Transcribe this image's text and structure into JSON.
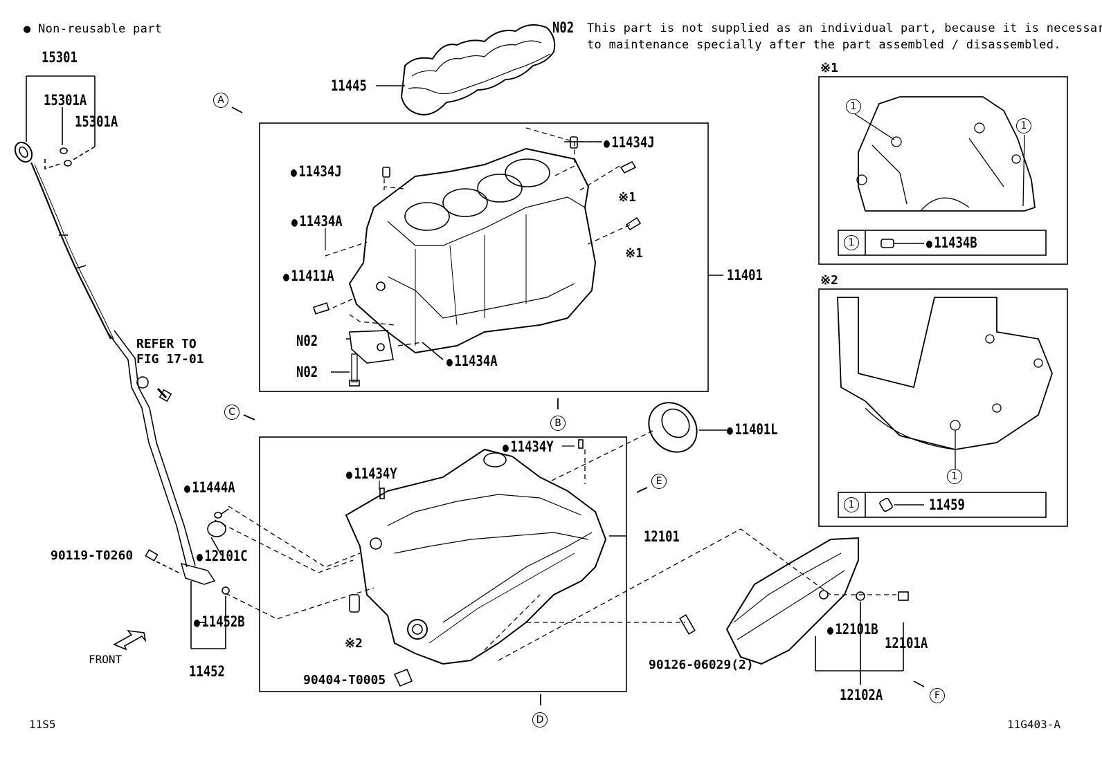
{
  "legend": {
    "symbol": "●",
    "text": "Non-reusable part"
  },
  "note": {
    "code": "N02",
    "line1": "This part is not supplied as an individual part, because it is necessary",
    "line2": "to maintenance specially after the part assembled / disassembled."
  },
  "views": {
    "a": "A",
    "b": "B",
    "c": "C",
    "d": "D",
    "e": "E",
    "f": "F"
  },
  "parts": {
    "p15301": "15301",
    "p15301A_1": "15301A",
    "p15301A_2": "15301A",
    "p11445": "11445",
    "p11434J_top": "11434J",
    "p11434J_left": "11434J",
    "p11434A_top": "11434A",
    "p11411A": "11411A",
    "p11434A_bottom": "11434A",
    "n02_cap": "N02",
    "n02_bolt": "N02",
    "p11401": "11401",
    "ref1": "※1",
    "ref1b": "※1",
    "refer_to_1": "REFER TO",
    "refer_to_2": "FIG 17-01",
    "p11434Y_top": "11434Y",
    "p11434Y_left": "11434Y",
    "p11401L": "11401L",
    "p11444A": "11444A",
    "p12101C": "12101C",
    "p90119": "90119-T0260",
    "p11452B": "11452B",
    "p11452": "11452",
    "ref2": "※2",
    "p90404": "90404-T0005",
    "p90126": "90126-06029(2)",
    "p12101": "12101",
    "p12101B": "12101B",
    "p12101A": "12101A",
    "p12102A": "12102A",
    "front": "FRONT"
  },
  "inset1": {
    "title": "※1",
    "marker": "1",
    "callout_a": "1",
    "callout_b": "1",
    "part": "11434B"
  },
  "inset2": {
    "title": "※2",
    "marker": "1",
    "callout": "1",
    "part": "11459"
  },
  "footer": {
    "left": "11S5",
    "right": "11G403-A"
  }
}
